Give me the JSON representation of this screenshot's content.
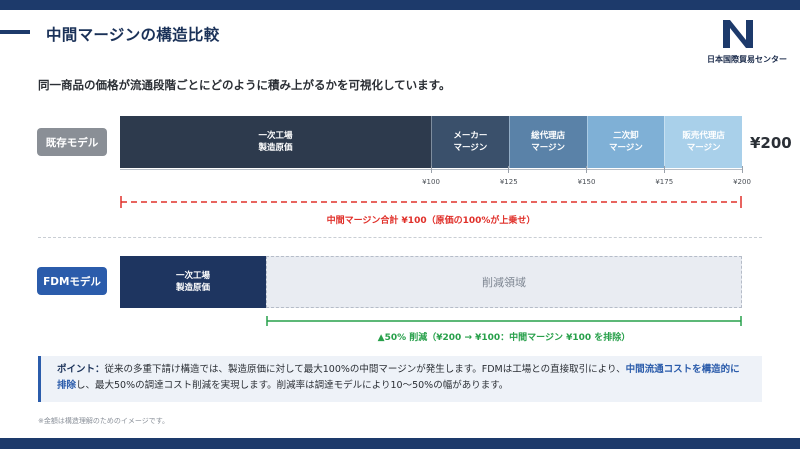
{
  "header": {
    "title": "中間マージンの構造比較",
    "logo_text": "日本国際貿易センター"
  },
  "subtitle": "同一商品の価格が流通段階ごとにどのように積み上がるかを可視化しています。",
  "existing_model": {
    "label": "既存モデル",
    "segments": [
      {
        "label": "一次工場\n製造原価",
        "value": 100,
        "color": "#2d3a4d",
        "text_color": "#ffffff"
      },
      {
        "label": "メーカー\nマージン",
        "value": 25,
        "color": "#3a506b",
        "text_color": "#ffffff"
      },
      {
        "label": "総代理店\nマージン",
        "value": 25,
        "color": "#5a82a8",
        "text_color": "#ffffff"
      },
      {
        "label": "二次卸\nマージン",
        "value": 25,
        "color": "#7fb0d6",
        "text_color": "#ffffff"
      },
      {
        "label": "販売代理店\nマージン",
        "value": 25,
        "color": "#a9d0ea",
        "text_color": "#ffffff"
      }
    ],
    "total_price": "¥200",
    "axis_ticks": [
      "¥100",
      "¥125",
      "¥150",
      "¥175",
      "¥200"
    ],
    "margin_note": "中間マージン合計 ¥100（原価の100%が上乗せ）"
  },
  "fdm_model": {
    "label": "FDMモデル",
    "cost_label": "一次工場\n製造原価",
    "reduction_label": "削減領域",
    "savings_note": "▲50% 削減（¥200 → ¥100：中間マージン ¥100 を排除）"
  },
  "point_box": {
    "lead": "ポイント：",
    "text1": "従来の多重下請け構造では、製造原価に対して最大100%の中間マージンが発生します。FDMは工場との直接取引により、",
    "highlight": "中間流通コストを構造的に排除",
    "text2": "し、最大50%の調達コスト削減を実現します。削減率は調達モデルにより10〜50%の幅があります。"
  },
  "footnote": "※金額は構造理解のためのイメージです。",
  "colors": {
    "brand_navy": "#1d3a6b",
    "accent_red": "#e0302a",
    "accent_green": "#27a04a",
    "fdm_blue": "#2b5cab"
  }
}
